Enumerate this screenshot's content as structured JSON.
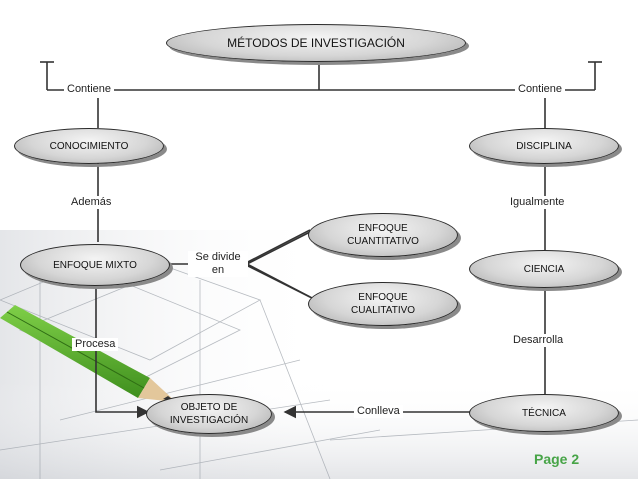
{
  "title": "MÉTODOS DE INVESTIGACIÓN",
  "nodes": {
    "conocimiento": "CONOCIMIENTO",
    "disciplina": "DISCIPLINA",
    "enfoque_mixto": "ENFOQUE MIXTO",
    "enfoque_cuantitativo": "ENFOQUE CUANTITATIVO",
    "enfoque_cualitativo": "ENFOQUE CUALITATIVO",
    "ciencia": "CIENCIA",
    "objeto": "OBJETO DE INVESTIGACIÓN",
    "tecnica": "TÉCNICA"
  },
  "labels": {
    "contiene_left": "Contiene",
    "contiene_right": "Contiene",
    "ademas": "Además",
    "igualmente": "Igualmente",
    "se_divide": "Se divide en",
    "procesa": "Procesa",
    "desarrolla": "Desarrolla",
    "conlleva": "Conlleva"
  },
  "footer": {
    "page": "Page 2"
  },
  "colors": {
    "accent_green": "#47a447",
    "node_fill": "#d6d6d6",
    "node_border": "#2a2a2a"
  }
}
